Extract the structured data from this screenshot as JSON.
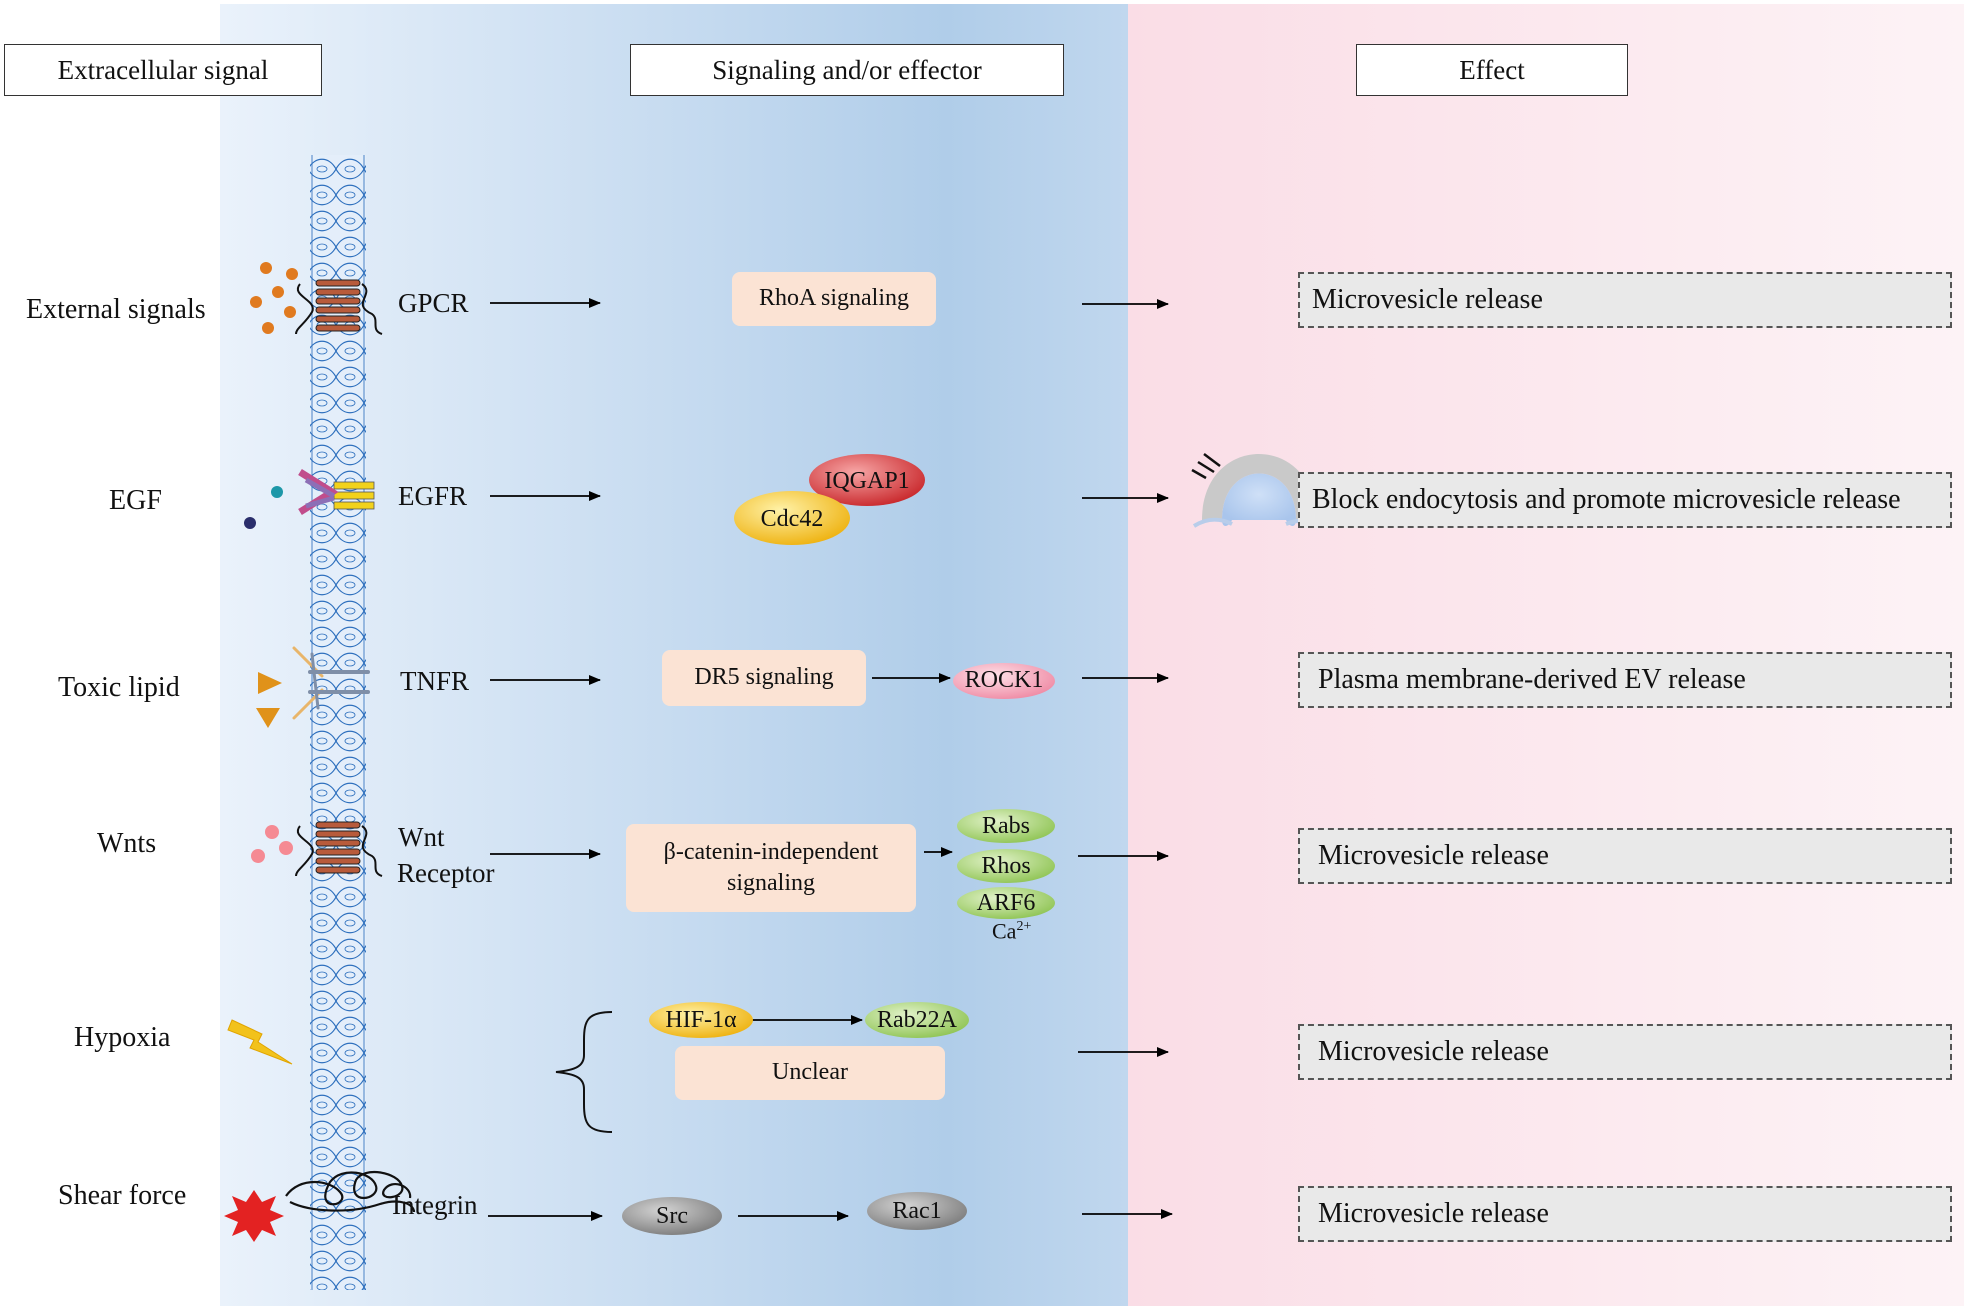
{
  "headers": {
    "extracellular": "Extracellular signal",
    "signaling": "Signaling and/or effector",
    "effect": "Effect"
  },
  "rows": {
    "external": {
      "signal": "External signals",
      "receptor": "GPCR",
      "pathway": "RhoA signaling",
      "effect": "Microvesicle release"
    },
    "egf": {
      "signal": "EGF",
      "receptor": "EGFR",
      "node_a": "IQGAP1",
      "node_b": "Cdc42",
      "effect": "Block endocytosis and promote microvesicle release"
    },
    "toxic": {
      "signal": "Toxic lipid",
      "receptor": "TNFR",
      "pathway": "DR5 signaling",
      "node": "ROCK1",
      "effect": "Plasma membrane-derived EV release"
    },
    "wnts": {
      "signal": "Wnts",
      "receptor_l1": "Wnt",
      "receptor_l2": "Receptor",
      "pathway_l1": "β-catenin-independent",
      "pathway_l2": "signaling",
      "node_a": "Rabs",
      "node_b": "Rhos",
      "node_c": "ARF6",
      "ca_base": "Ca",
      "ca_sup": "2+",
      "effect": "Microvesicle release"
    },
    "hypoxia": {
      "signal": "Hypoxia",
      "node_a": "HIF-1α",
      "node_b": "Rab22A",
      "pathway": "Unclear",
      "effect": "Microvesicle release"
    },
    "shear": {
      "signal": "Shear force",
      "receptor": "Integrin",
      "node_a": "Src",
      "node_b": "Rac1",
      "effect": "Microvesicle release"
    }
  },
  "colors": {
    "membrane": "#2d6fbd",
    "ellipse_red": "#d63a3a",
    "ellipse_yellow": "#f3c31c",
    "ellipse_pink": "#f3a0b4",
    "ellipse_green": "#9fcd62",
    "ellipse_gray": "#8c8c8c",
    "pill_bg": "#fbe3d4",
    "effect_bg": "#e9e9e9"
  }
}
